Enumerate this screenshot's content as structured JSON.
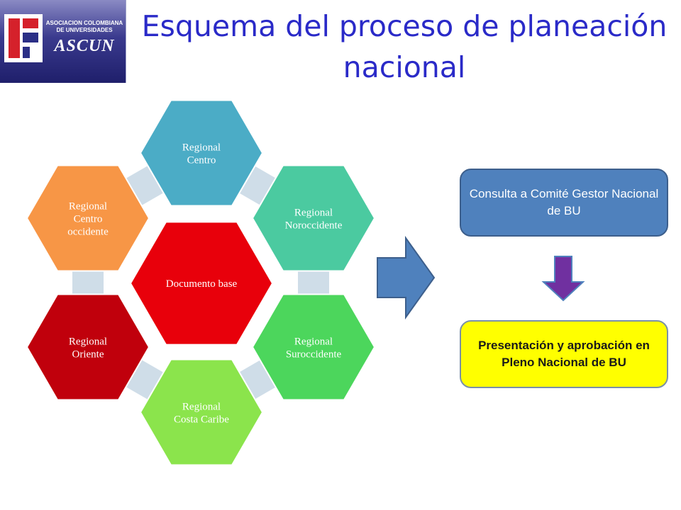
{
  "slide": {
    "title_line1": "Esquema del proceso de planeación",
    "title_line2": "nacional"
  },
  "logo": {
    "small_text_line1": "ASOCIACION COLOMBIANA",
    "small_text_line2": "DE UNIVERSIDADES",
    "big_text": "ASCUN"
  },
  "diagram": {
    "center": {
      "label": "Documento base",
      "color": "#e8000b"
    },
    "hexes": [
      {
        "id": "centro",
        "lines": [
          "Regional",
          "Centro"
        ],
        "color": "#4bacc6"
      },
      {
        "id": "noroccidente",
        "lines": [
          "Regional",
          "Noroccidente"
        ],
        "color": "#4bcaa0"
      },
      {
        "id": "suroccidente",
        "lines": [
          "Regional",
          "Suroccidente"
        ],
        "color": "#4cd65c"
      },
      {
        "id": "costa-caribe",
        "lines": [
          "Regional",
          "Costa Caribe"
        ],
        "color": "#8be44c"
      },
      {
        "id": "oriente",
        "lines": [
          "Regional",
          "Oriente"
        ],
        "color": "#c0000c"
      },
      {
        "id": "centro-occidente",
        "lines": [
          "Regional",
          "Centro",
          "occidente"
        ],
        "color": "#f79646"
      }
    ],
    "connector_color": "#cfdde8"
  },
  "flow": {
    "step1": "Consulta a Comité Gestor Nacional de BU",
    "step2": "Presentación  y aprobación en Pleno Nacional de BU",
    "big_arrow_color": "#4f81bd",
    "down_arrow_color": "#7030a0"
  }
}
